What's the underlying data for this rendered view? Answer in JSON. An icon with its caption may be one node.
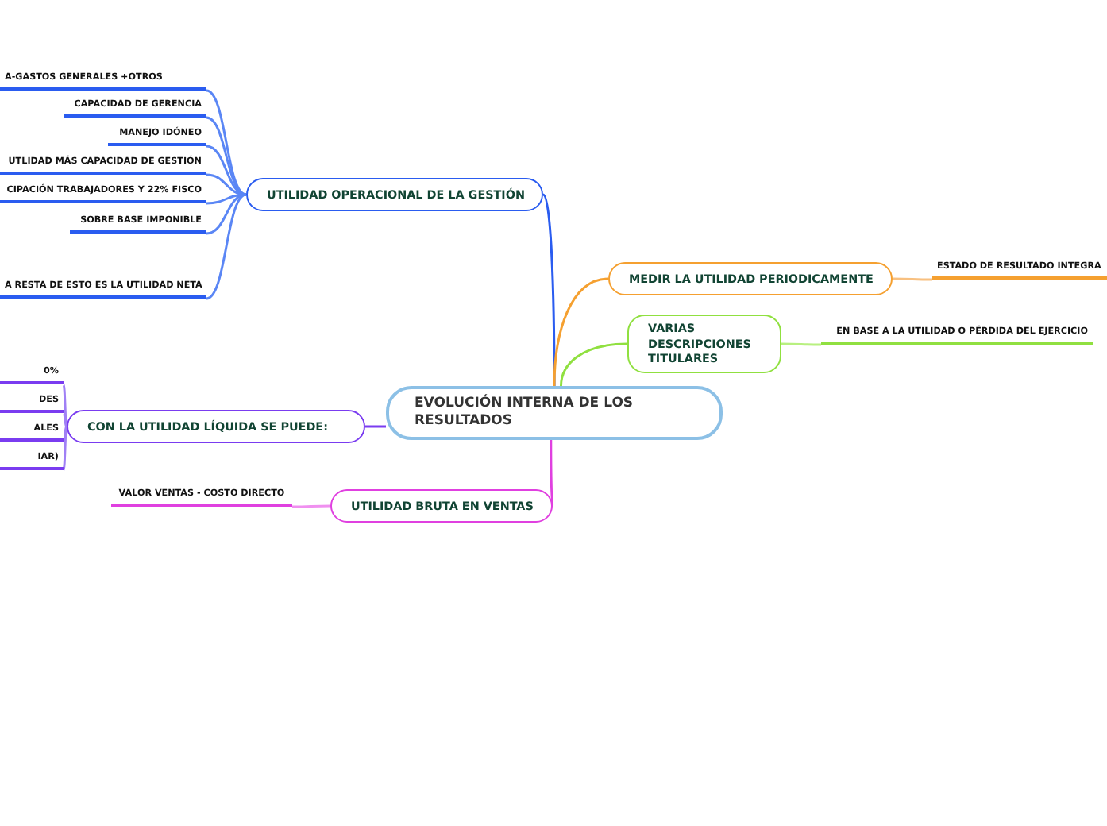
{
  "diagram": {
    "nodes": [
      {
        "text": [
          "EVOLUCIÓN INTERNA DE LOS RESULTADOS"
        ]
      },
      {
        "text": [
          "UTILIDAD OPERACIONAL DE LA GESTIÓN"
        ]
      },
      {
        "text": [
          "A-GASTOS GENERALES +OTROS"
        ]
      },
      {
        "text": [
          "CAPACIDAD DE GERENCIA"
        ]
      },
      {
        "text": [
          "MANEJO IDÓNEO"
        ]
      },
      {
        "text": [
          "UTLIDAD MÁS CAPACIDAD DE GESTIÓN"
        ]
      },
      {
        "text": [
          "CIPACIÓN TRABAJADORES Y 22% FISCO"
        ]
      },
      {
        "text": [
          "SOBRE BASE IMPONIBLE"
        ]
      },
      {
        "text": [
          "A RESTA DE ESTO ES LA UTILIDAD NETA"
        ]
      },
      {
        "text": [
          "MEDIR LA UTILIDAD PERIODICAMENTE"
        ]
      },
      {
        "text": [
          "ESTADO DE RESULTADO INTEGRA"
        ]
      },
      {
        "text": [
          "VARIAS DESCRIPCIONES TITULARES"
        ]
      },
      {
        "text": [
          "EN BASE A LA UTILIDAD O PÉRDIDA DEL EJERCICIO"
        ]
      },
      {
        "text": [
          "CON LA UTILIDAD LÍQUIDA SE PUEDE:"
        ]
      },
      {
        "text": [
          "0%"
        ]
      },
      {
        "text": [
          "DES"
        ]
      },
      {
        "text": [
          "ALES"
        ]
      },
      {
        "text": [
          "IAR)"
        ]
      },
      {
        "text": [
          "UTILIDAD BRUTA EN VENTAS"
        ]
      },
      {
        "text": [
          "VALOR VENTAS - COSTO DIRECTO"
        ]
      }
    ],
    "edges": [
      {
        "from": 0,
        "to": 1,
        "arrow": "none",
        "color": "#2a5cf0"
      },
      {
        "from": 1,
        "to": 2,
        "arrow": "none",
        "color": "#5a86f5"
      },
      {
        "from": 1,
        "to": 3,
        "arrow": "none",
        "color": "#5a86f5"
      },
      {
        "from": 1,
        "to": 4,
        "arrow": "none",
        "color": "#5a86f5"
      },
      {
        "from": 1,
        "to": 5,
        "arrow": "none",
        "color": "#5a86f5"
      },
      {
        "from": 1,
        "to": 6,
        "arrow": "none",
        "color": "#5a86f5"
      },
      {
        "from": 1,
        "to": 7,
        "arrow": "none",
        "color": "#5a86f5"
      },
      {
        "from": 1,
        "to": 8,
        "arrow": "none",
        "color": "#5a86f5"
      },
      {
        "from": 0,
        "to": 9,
        "arrow": "none",
        "color": "#f5a030"
      },
      {
        "from": 9,
        "to": 10,
        "arrow": "none",
        "color": "#f8c080"
      },
      {
        "from": 0,
        "to": 11,
        "arrow": "none",
        "color": "#90e040"
      },
      {
        "from": 11,
        "to": 12,
        "arrow": "none",
        "color": "#b8f080"
      },
      {
        "from": 0,
        "to": 13,
        "arrow": "none",
        "color": "#7a3cf0"
      },
      {
        "from": 13,
        "to": 14,
        "arrow": "none",
        "color": "#a080f5"
      },
      {
        "from": 13,
        "to": 15,
        "arrow": "none",
        "color": "#a080f5"
      },
      {
        "from": 13,
        "to": 16,
        "arrow": "none",
        "color": "#a080f5"
      },
      {
        "from": 13,
        "to": 17,
        "arrow": "none",
        "color": "#a080f5"
      },
      {
        "from": 0,
        "to": 18,
        "arrow": "none",
        "color": "#e040e0"
      },
      {
        "from": 18,
        "to": 19,
        "arrow": "none",
        "color": "#f090f0"
      }
    ]
  }
}
